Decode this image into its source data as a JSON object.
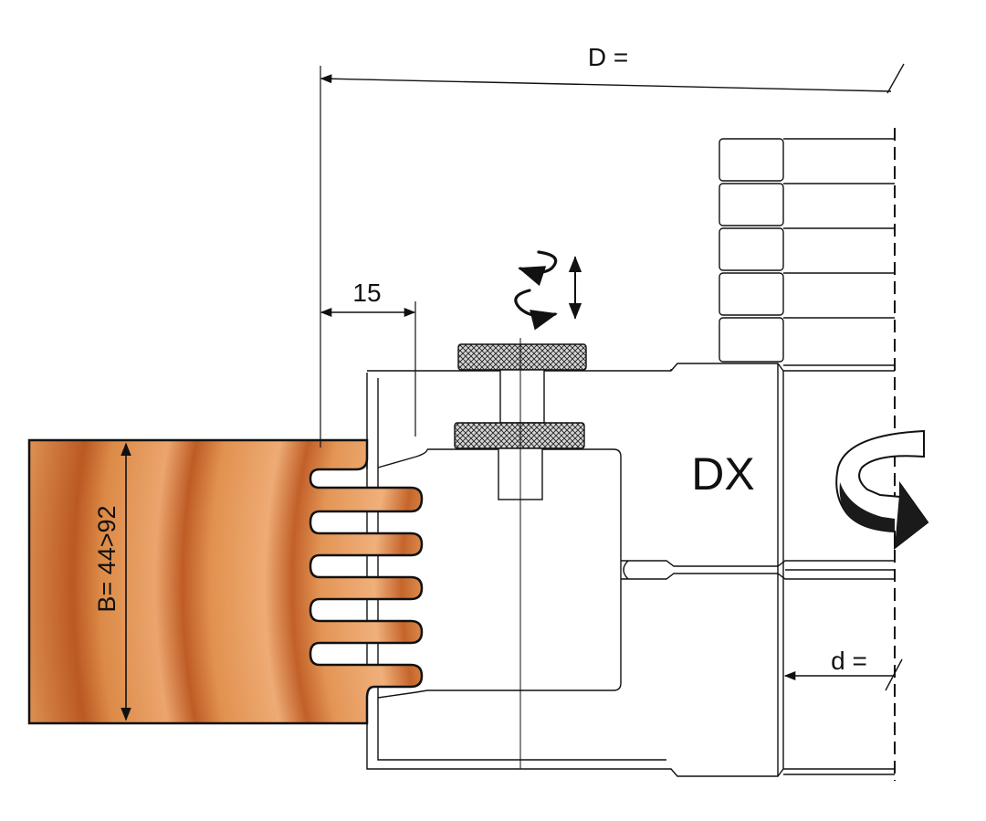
{
  "labels": {
    "overall_diameter": "D =",
    "bore_diameter": "d =",
    "offset": "15",
    "height": "B= 44>92",
    "rotation": "DX"
  },
  "icons": {
    "adjust": "rotate-adjust-icon",
    "spin": "spindle-rotation-arrow-icon"
  },
  "colors": {
    "wood_light": "#f1b27b",
    "wood_dark": "#c0632b",
    "line": "#111111",
    "knurl": "#cfcfcf"
  }
}
